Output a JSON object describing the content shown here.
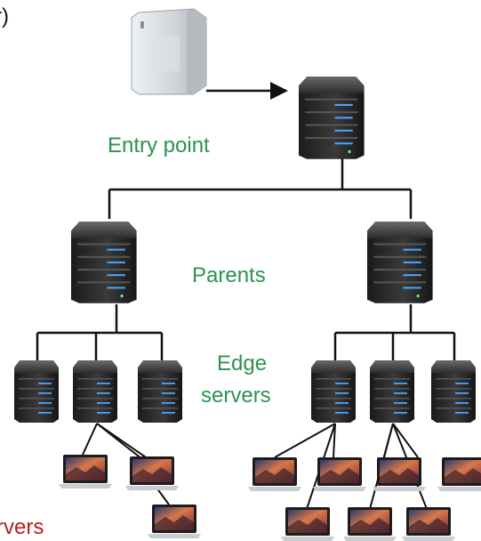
{
  "labels": {
    "top_left_fragment": "r)",
    "entry_point": "Entry point",
    "parents": "Parents",
    "edge_line1": "Edge",
    "edge_line2": "servers",
    "bottom_left_fragment": "rvers"
  },
  "colors": {
    "label_green": "#2e9151",
    "label_red": "#b3201f",
    "line": "#111111",
    "server_body": "#2b2b2b",
    "server_led": "#4aa3ff",
    "origin_body": "#d9dde2",
    "laptop_screen": "#c05a3a"
  },
  "icons": {
    "origin": "origin-server-icon",
    "rack": "rack-server-icon",
    "laptop": "laptop-icon"
  }
}
